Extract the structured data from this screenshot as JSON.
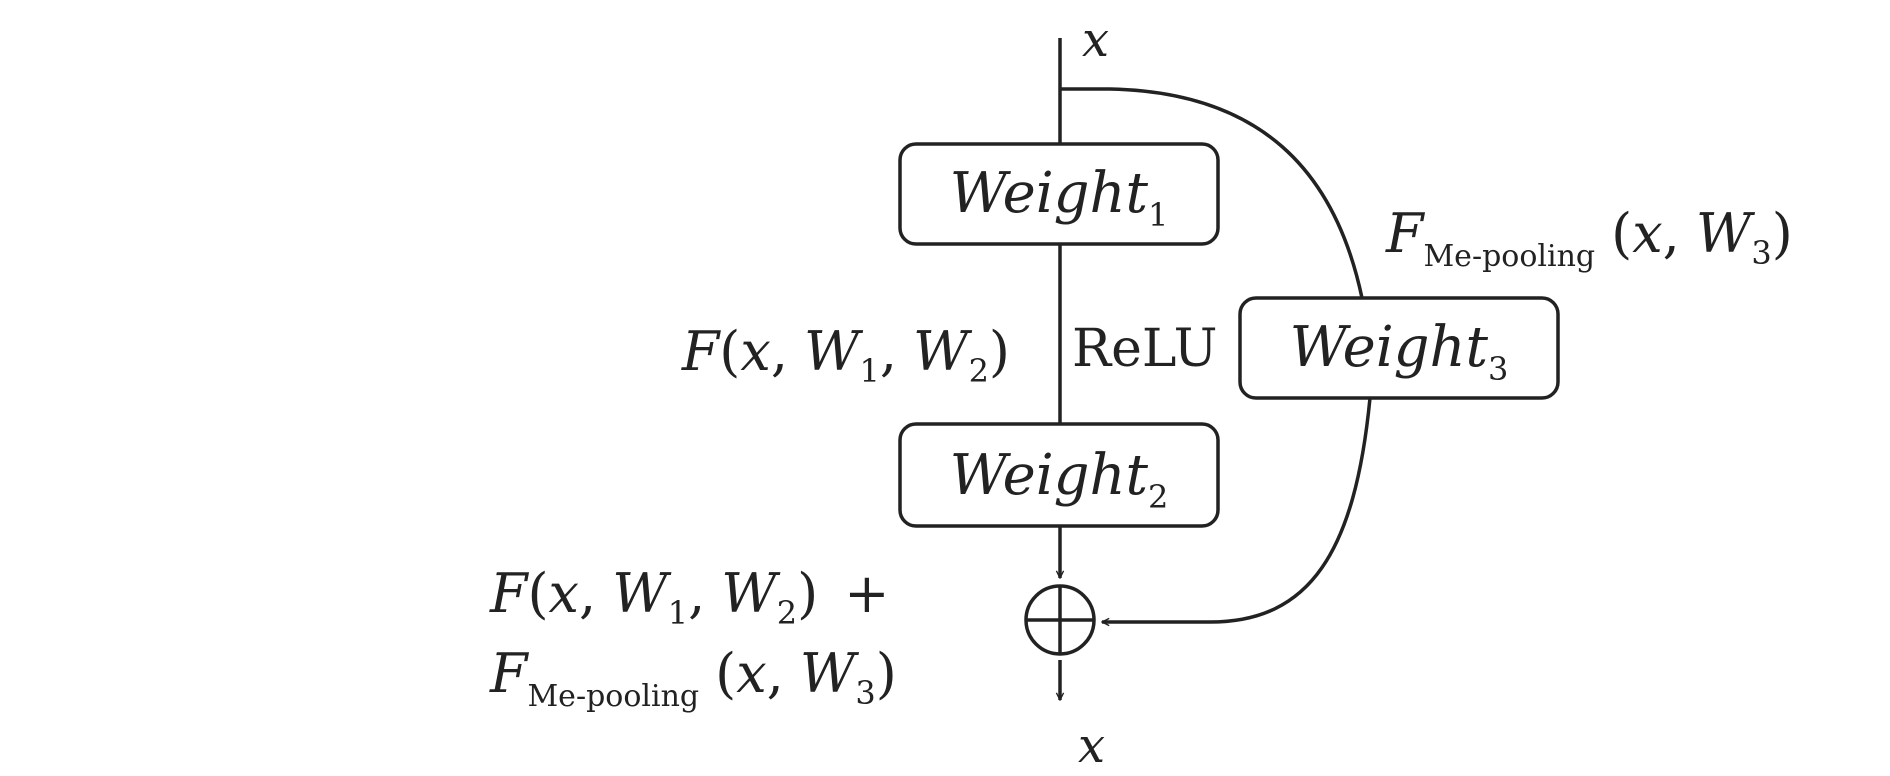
{
  "input_label": "x",
  "output_label": "x",
  "weight1": {
    "base": "Weight",
    "sub": "1"
  },
  "weight2": {
    "base": "Weight",
    "sub": "2"
  },
  "weight3": {
    "base": "Weight",
    "sub": "3"
  },
  "activation_label": "ReLU",
  "residual_function": {
    "F": "F",
    "open": "(",
    "x": "x",
    "comma1": ",",
    "W1": "W",
    "W1_sub": "1",
    "comma2": ",",
    "W2": "W",
    "W2_sub": "2",
    "close": ")"
  },
  "pooling_function": {
    "F": "F",
    "sub": "Me-pooling",
    "open": "(",
    "x": "x",
    "comma": ",",
    "W3": "W",
    "W3_sub": "3",
    "close": ")"
  },
  "sum_expression": {
    "line1": {
      "F": "F",
      "open": "(",
      "x": "x",
      "comma1": ",",
      "W1": "W",
      "W1_sub": "1",
      "comma2": ",",
      "W2": "W",
      "W2_sub": "2",
      "close": ")",
      "plus": "+"
    },
    "line2": {
      "F": "F",
      "sub": "Me-pooling",
      "open": "(",
      "x": "x",
      "comma": ",",
      "W3": "W",
      "W3_sub": "3",
      "close": ")"
    }
  }
}
